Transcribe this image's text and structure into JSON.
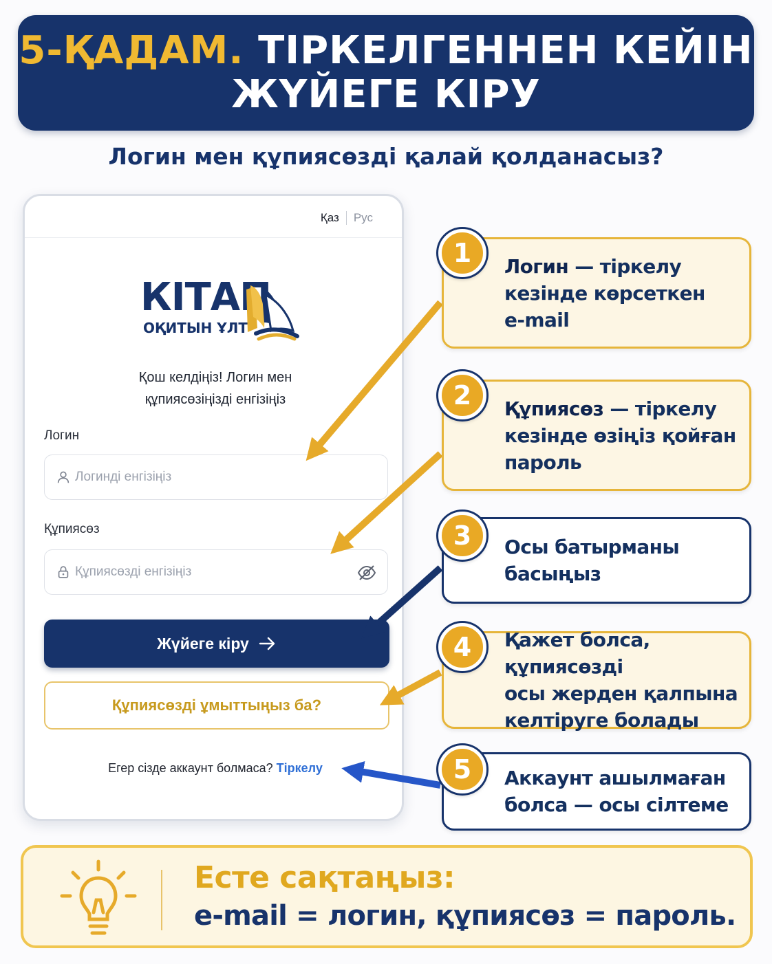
{
  "banner": {
    "step": "5-ҚАДАМ.",
    "line1_rest": "ТІРКЕЛГЕННЕН КЕЙІН",
    "line2": "ЖҮЙЕГЕ КІРУ"
  },
  "subtitle": "Логин мен құпиясөзді қалай қолданасыз?",
  "phone": {
    "lang_active": "Қаз",
    "lang_inactive": "Рус",
    "logo_title": "КІТАП",
    "logo_sub": "ОҚИТЫН ҰЛТ",
    "welcome_line1": "Қош келдіңіз! Логин мен",
    "welcome_line2": "құпиясөзіңізді енгізіңіз",
    "login_label": "Логин",
    "login_placeholder": "Логинді енгізіңіз",
    "password_label": "Құпиясөз",
    "password_placeholder": "Құпиясөзді енгізіңіз",
    "login_button": "Жүйеге кіру",
    "forgot_button": "Құпиясөзді ұмыттыңыз ба?",
    "register_prompt": "Егер сізде аккаунт болмаса?",
    "register_link": "Тіркелу"
  },
  "callouts": [
    {
      "number": "1",
      "key": "Логин",
      "line1_rest": " — тіркелу",
      "line2": "кезінде көрсеткен",
      "line3": "e-mail"
    },
    {
      "number": "2",
      "key": "Құпиясөз",
      "line1_rest": " — тіркелу",
      "line2": "кезінде өзіңіз қойған",
      "line3": "пароль"
    },
    {
      "number": "3",
      "line1": "Осы батырманы",
      "line2": "басыңыз"
    },
    {
      "number": "4",
      "line1": "Қажет болса, құпиясөзді",
      "line2": "осы жерден қалпына",
      "line3": "келтіруге болады"
    },
    {
      "number": "5",
      "line1": "Аккаунт ашылмаған",
      "line2": "болса — осы сілтеме"
    }
  ],
  "tip": {
    "title": "Есте сақтаңыз:",
    "body": "e-mail = логин, құпиясөз = пароль."
  },
  "colors": {
    "navy": "#17336b",
    "gold": "#e9a925",
    "link_blue": "#2f6fd6"
  },
  "icons": [
    "user-icon",
    "lock-icon",
    "eye-off-icon",
    "arrow-right-icon",
    "lightbulb-icon",
    "book-logo-icon"
  ]
}
